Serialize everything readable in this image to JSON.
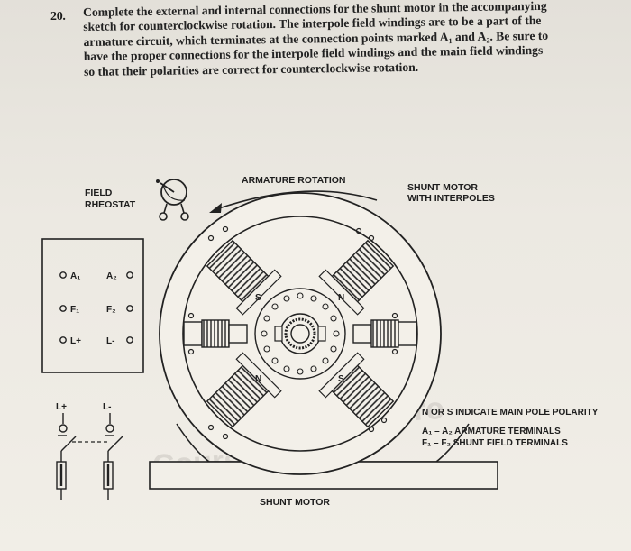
{
  "question": {
    "number": "20.",
    "text": "Complete the external and internal connections for the shunt motor in the accompanying sketch for counterclockwise rotation. The interpole field windings are to be a part of the armature circuit, which terminates at the connection points marked A₁ and A₂. Be sure to have the proper connections for the interpole field windings and the main field windings so that their polarities are correct for counterclockwise rotation."
  },
  "figure": {
    "field_rheostat_line1": "FIELD",
    "field_rheostat_line2": "RHEOSTAT",
    "armature_rotation": "ARMATURE ROTATION",
    "shunt_motor_interpoles_line1": "SHUNT MOTOR",
    "shunt_motor_interpoles_line2": "WITH INTERPOLES",
    "terminal_box": {
      "a1": "A₁",
      "a2": "A₂",
      "f1": "F₁",
      "f2": "F₂",
      "l_plus": "L+",
      "l_minus": "L-"
    },
    "line_plus": "L+",
    "line_minus": "L-",
    "pole_n_top": "N",
    "pole_s_top": "S",
    "pole_n_bottom": "N",
    "pole_s_bottom": "S",
    "legend_line1": "N OR S INDICATE MAIN POLE POLARITY",
    "legend_line2": "A₁ – A₂ ARMATURE TERMINALS",
    "legend_line3": "F₁ – F₂ SHUNT FIELD TERMINALS",
    "caption": "SHUNT MOTOR"
  }
}
